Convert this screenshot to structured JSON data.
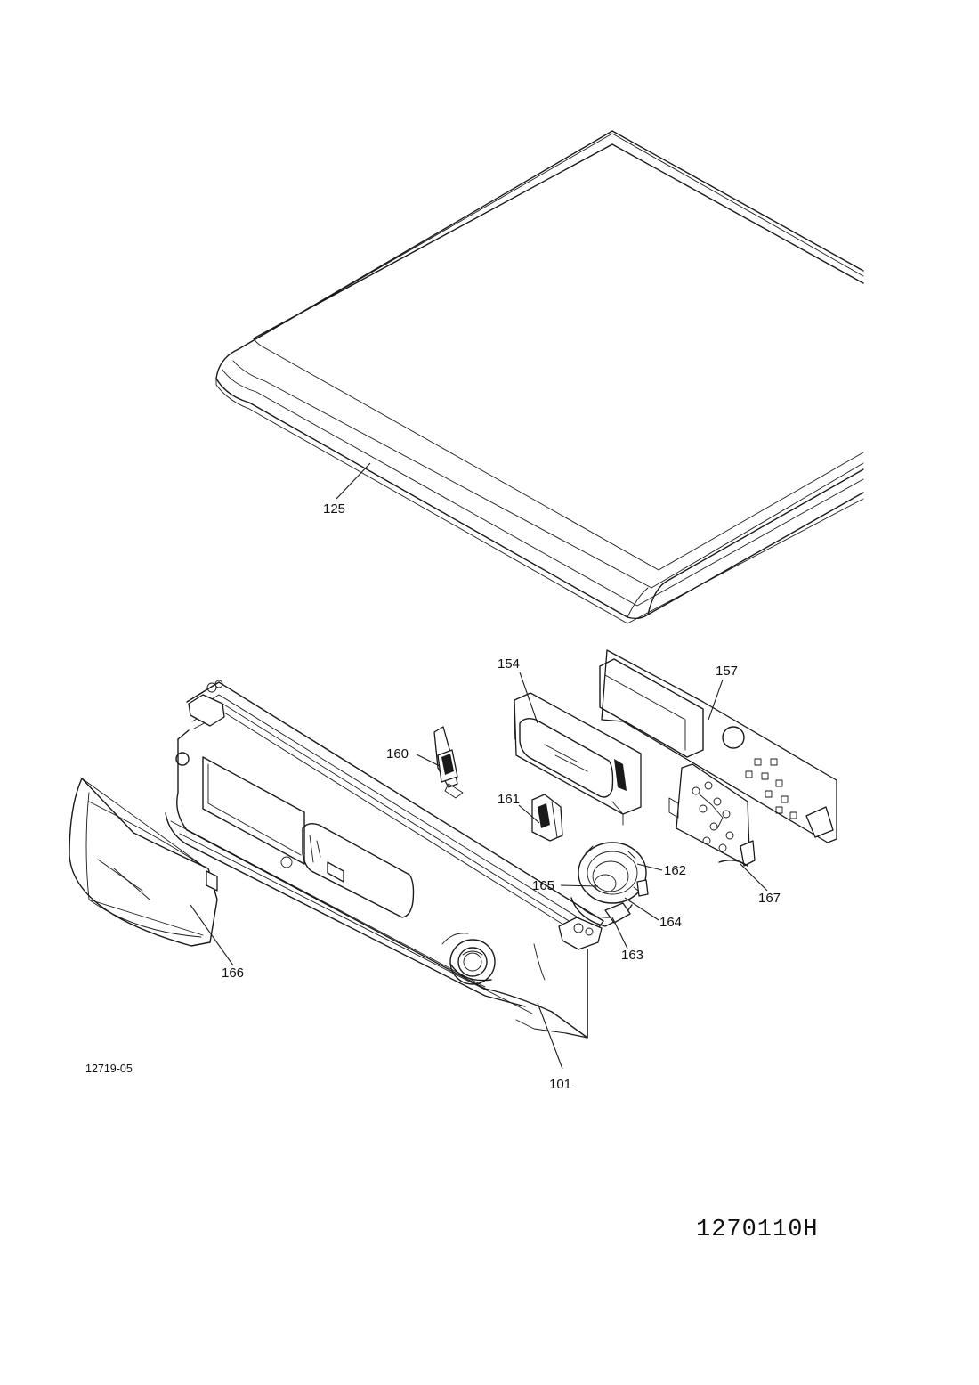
{
  "diagram": {
    "drawing_ref": "12719-05",
    "drawing_code": "1270110H",
    "callouts": [
      {
        "id": "125",
        "label": "125"
      },
      {
        "id": "154",
        "label": "154"
      },
      {
        "id": "157",
        "label": "157"
      },
      {
        "id": "160",
        "label": "160"
      },
      {
        "id": "161",
        "label": "161"
      },
      {
        "id": "162",
        "label": "162"
      },
      {
        "id": "165",
        "label": "165"
      },
      {
        "id": "164",
        "label": "164"
      },
      {
        "id": "167",
        "label": "167"
      },
      {
        "id": "163",
        "label": "163"
      },
      {
        "id": "166",
        "label": "166"
      },
      {
        "id": "101",
        "label": "101"
      }
    ]
  }
}
